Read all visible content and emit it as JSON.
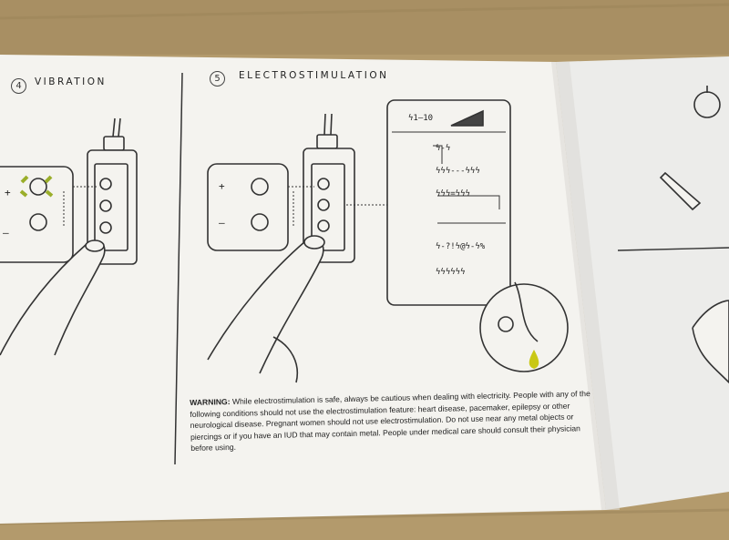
{
  "sections": {
    "vibration": {
      "number": "4",
      "title": "VIBRATION"
    },
    "electrostimulation": {
      "number": "5",
      "title": "ELECTROSTIMULATION"
    }
  },
  "device_labels": {
    "plus": "+",
    "minus": "–"
  },
  "display": {
    "range": "ϟ1–10",
    "rows": [
      "ϟ-ϟ",
      "ϟϟϟ---ϟϟϟ",
      "ϟϟϟ=ϟϟϟ",
      "",
      "ϟ-?!ϟ@ϟ-ϟ%",
      "ϟϟϟϟϟϟ"
    ]
  },
  "warning": {
    "label": "WARNING:",
    "text": " While electrostimulation is safe, always be cautious when dealing with electricity. People with any of the following conditions should not use the electrostimulation feature: heart disease, pacemaker, epilepsy or other neurological disease. Pregnant women should not use electrostimulation. Do not use near any metal objects or piercings or if you have an IUD that may contain metal. People under medical care should consult their physician before using."
  },
  "colors": {
    "accent": "#b6c21c",
    "ink": "#333333",
    "paper": "#f4f3ef"
  }
}
